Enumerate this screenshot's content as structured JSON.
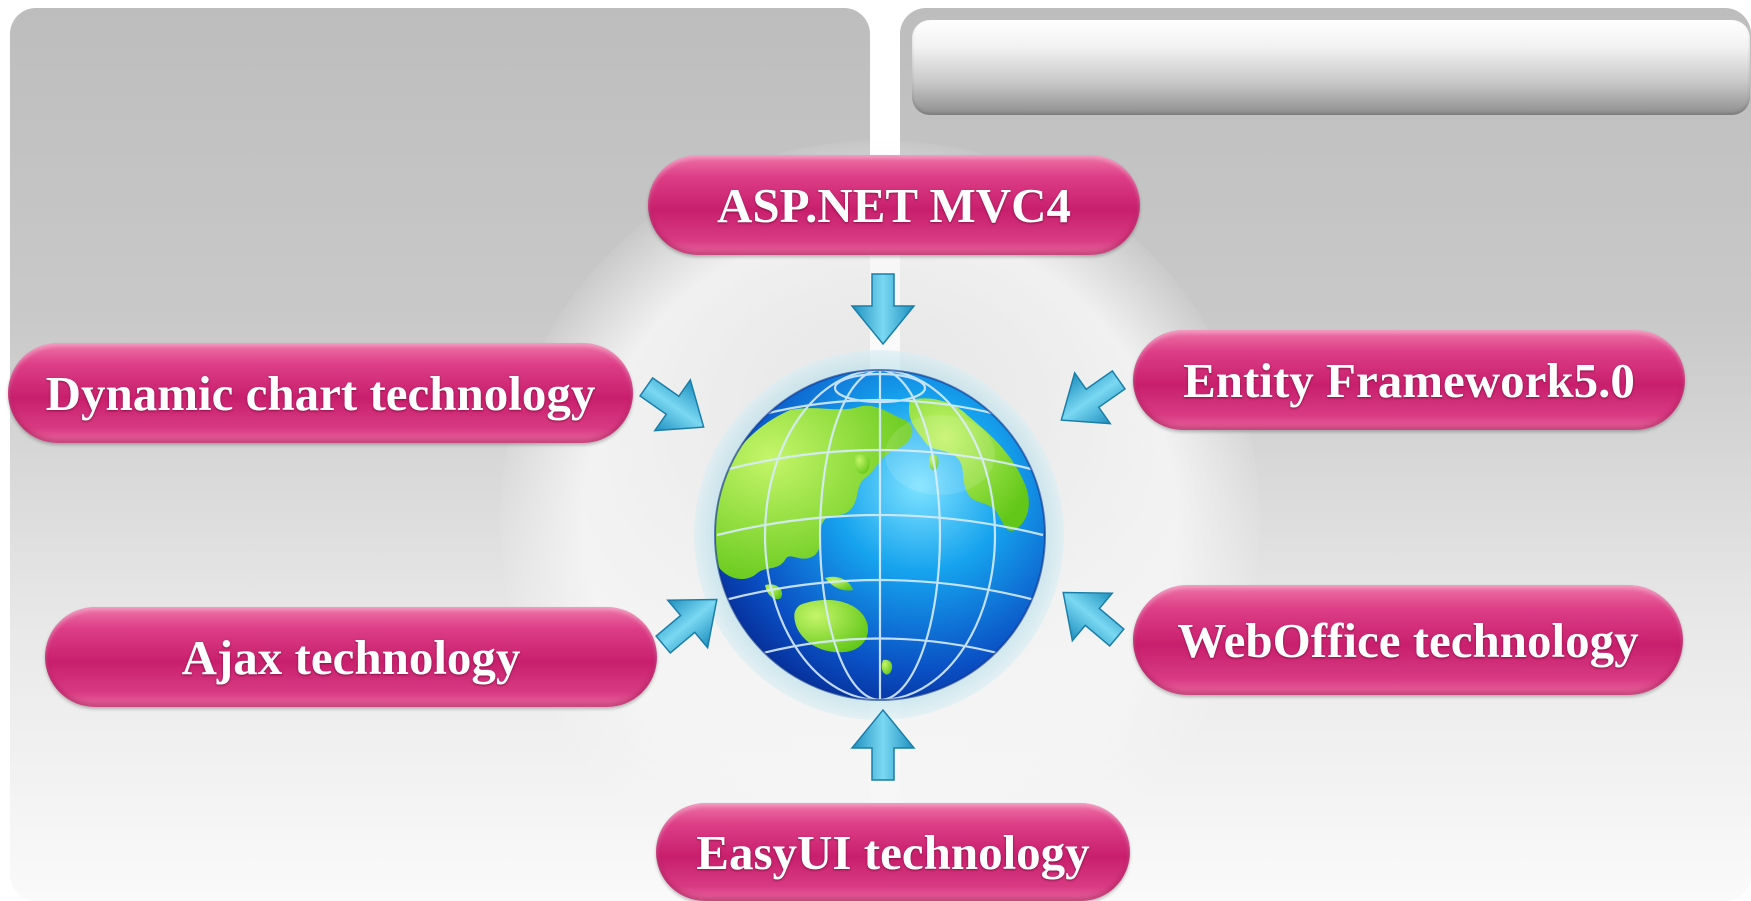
{
  "slide": {
    "nodes": {
      "top": "ASP.NET MVC4",
      "upper_right": "Entity Framework5.0",
      "upper_left": "Dynamic chart technology",
      "lower_left": "Ajax technology",
      "lower_right": "WebOffice technology",
      "bottom": "EasyUI technology"
    }
  },
  "colors": {
    "pill": "#c81f6d",
    "arrow": "#3fb4d8",
    "ocean": "#0a6fd6",
    "land": "#8ee63a"
  },
  "icons": {
    "center": "globe-icon",
    "connectors": "arrow-icon"
  }
}
